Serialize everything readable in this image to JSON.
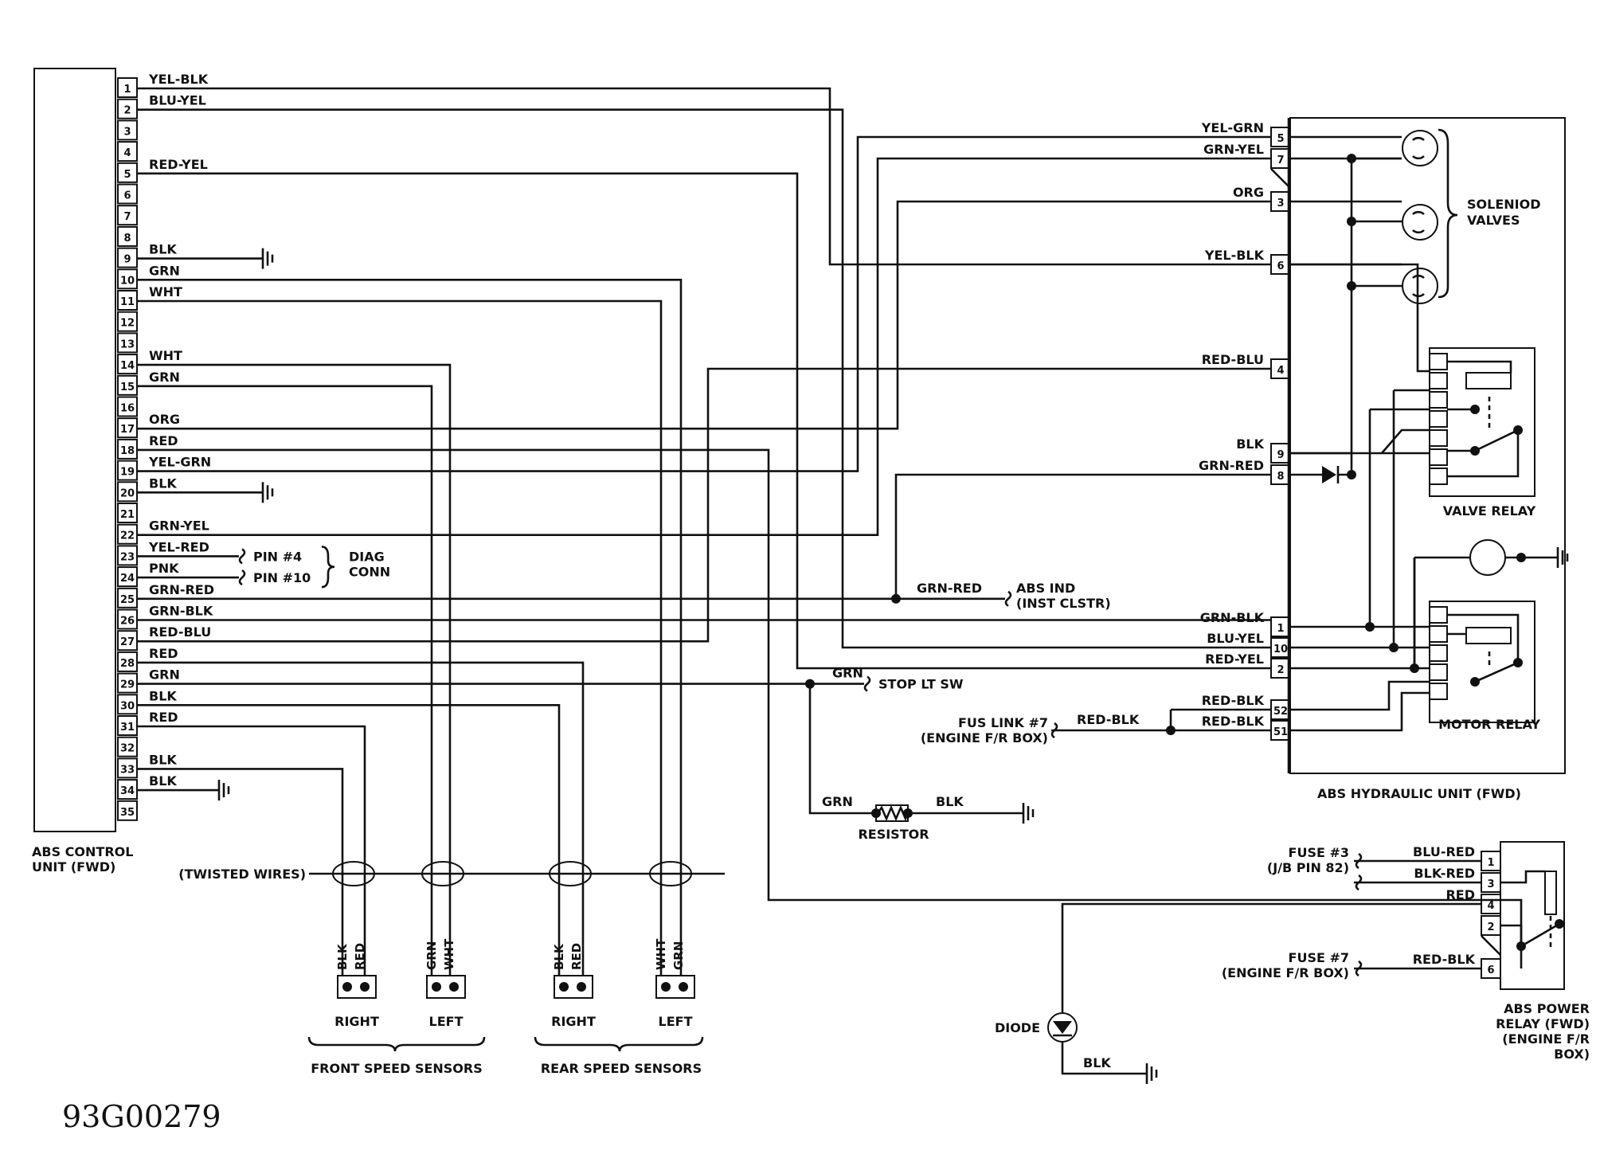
{
  "figure_code": "93G00279",
  "control_unit": {
    "name": "ABS CONTROL\nUNIT (FWD)",
    "pins": [
      "1",
      "2",
      "3",
      "4",
      "5",
      "6",
      "7",
      "8",
      "9",
      "10",
      "11",
      "12",
      "13",
      "14",
      "15",
      "16",
      "17",
      "18",
      "19",
      "20",
      "21",
      "22",
      "23",
      "24",
      "25",
      "26",
      "27",
      "28",
      "29",
      "30",
      "31",
      "32",
      "33",
      "34",
      "35"
    ]
  },
  "ecu_wires": [
    {
      "pin": "1",
      "color": "YEL-BLK"
    },
    {
      "pin": "2",
      "color": "BLU-YEL"
    },
    {
      "pin": "5",
      "color": "RED-YEL"
    },
    {
      "pin": "9",
      "color": "BLK"
    },
    {
      "pin": "10",
      "color": "GRN"
    },
    {
      "pin": "11",
      "color": "WHT"
    },
    {
      "pin": "14",
      "color": "WHT"
    },
    {
      "pin": "15",
      "color": "GRN"
    },
    {
      "pin": "17",
      "color": "ORG"
    },
    {
      "pin": "18",
      "color": "RED"
    },
    {
      "pin": "19",
      "color": "YEL-GRN"
    },
    {
      "pin": "20",
      "color": "BLK"
    },
    {
      "pin": "22",
      "color": "GRN-YEL"
    },
    {
      "pin": "23",
      "color": "YEL-RED"
    },
    {
      "pin": "24",
      "color": "PNK"
    },
    {
      "pin": "25",
      "color": "GRN-RED"
    },
    {
      "pin": "26",
      "color": "GRN-BLK"
    },
    {
      "pin": "27",
      "color": "RED-BLU"
    },
    {
      "pin": "28",
      "color": "RED"
    },
    {
      "pin": "29",
      "color": "GRN"
    },
    {
      "pin": "30",
      "color": "BLK"
    },
    {
      "pin": "31",
      "color": "RED"
    },
    {
      "pin": "33",
      "color": "BLK"
    },
    {
      "pin": "34",
      "color": "BLK"
    }
  ],
  "diag_conn": {
    "pin_a": "PIN #4",
    "pin_b": "PIN #10",
    "label": "DIAG\nCONN"
  },
  "hydraulic_unit": {
    "name": "ABS HYDRAULIC UNIT (FWD)",
    "pins": [
      {
        "num": "5",
        "color": "YEL-GRN"
      },
      {
        "num": "7",
        "color": "GRN-YEL"
      },
      {
        "num": "3",
        "color": "ORG"
      },
      {
        "num": "6",
        "color": "YEL-BLK"
      },
      {
        "num": "4",
        "color": "RED-BLU"
      },
      {
        "num": "9",
        "color": "BLK"
      },
      {
        "num": "8",
        "color": "GRN-RED"
      },
      {
        "num": "1",
        "color": "GRN-BLK"
      },
      {
        "num": "10",
        "color": "BLU-YEL"
      },
      {
        "num": "2",
        "color": "RED-YEL"
      },
      {
        "num": "52",
        "color": "RED-BLK"
      },
      {
        "num": "51",
        "color": "RED-BLK"
      }
    ],
    "solenoid_label": "SOLENIOD\nVALVES",
    "valve_relay": "VALVE RELAY",
    "motor_relay": "MOTOR RELAY"
  },
  "abs_ind": {
    "color": "GRN-RED",
    "label": "ABS IND\n(INST CLSTR)"
  },
  "stop_lt": {
    "color": "GRN",
    "label": "STOP LT SW"
  },
  "fus_link": {
    "label": "FUS LINK #7\n(ENGINE F/R BOX)",
    "color": "RED-BLK"
  },
  "resistor": {
    "label": "RESISTOR",
    "left_color": "GRN",
    "right_color": "BLK"
  },
  "twisted_wires": "(TWISTED WIRES)",
  "sensors": {
    "front_label": "FRONT SPEED SENSORS",
    "rear_label": "REAR SPEED SENSORS",
    "right": "RIGHT",
    "left": "LEFT",
    "front_right_wires": [
      "BLK",
      "RED"
    ],
    "front_left_wires": [
      "GRN",
      "WHT"
    ],
    "rear_right_wires": [
      "BLK",
      "RED"
    ],
    "rear_left_wires": [
      "WHT",
      "GRN"
    ]
  },
  "power_relay": {
    "name": "ABS POWER\nRELAY (FWD)\n(ENGINE F/R\nBOX)",
    "pins": [
      {
        "num": "1",
        "color": "BLU-RED"
      },
      {
        "num": "3",
        "color": "BLK-RED"
      },
      {
        "num": "4",
        "color": "RED"
      },
      {
        "num": "2",
        "color": ""
      },
      {
        "num": "6",
        "color": "RED-BLK"
      }
    ],
    "fuse3": "FUSE #3\n(J/B PIN 82)",
    "fuse7": "FUSE #7\n(ENGINE F/R BOX)"
  },
  "diode": {
    "label": "DIODE",
    "ground_color": "BLK"
  }
}
